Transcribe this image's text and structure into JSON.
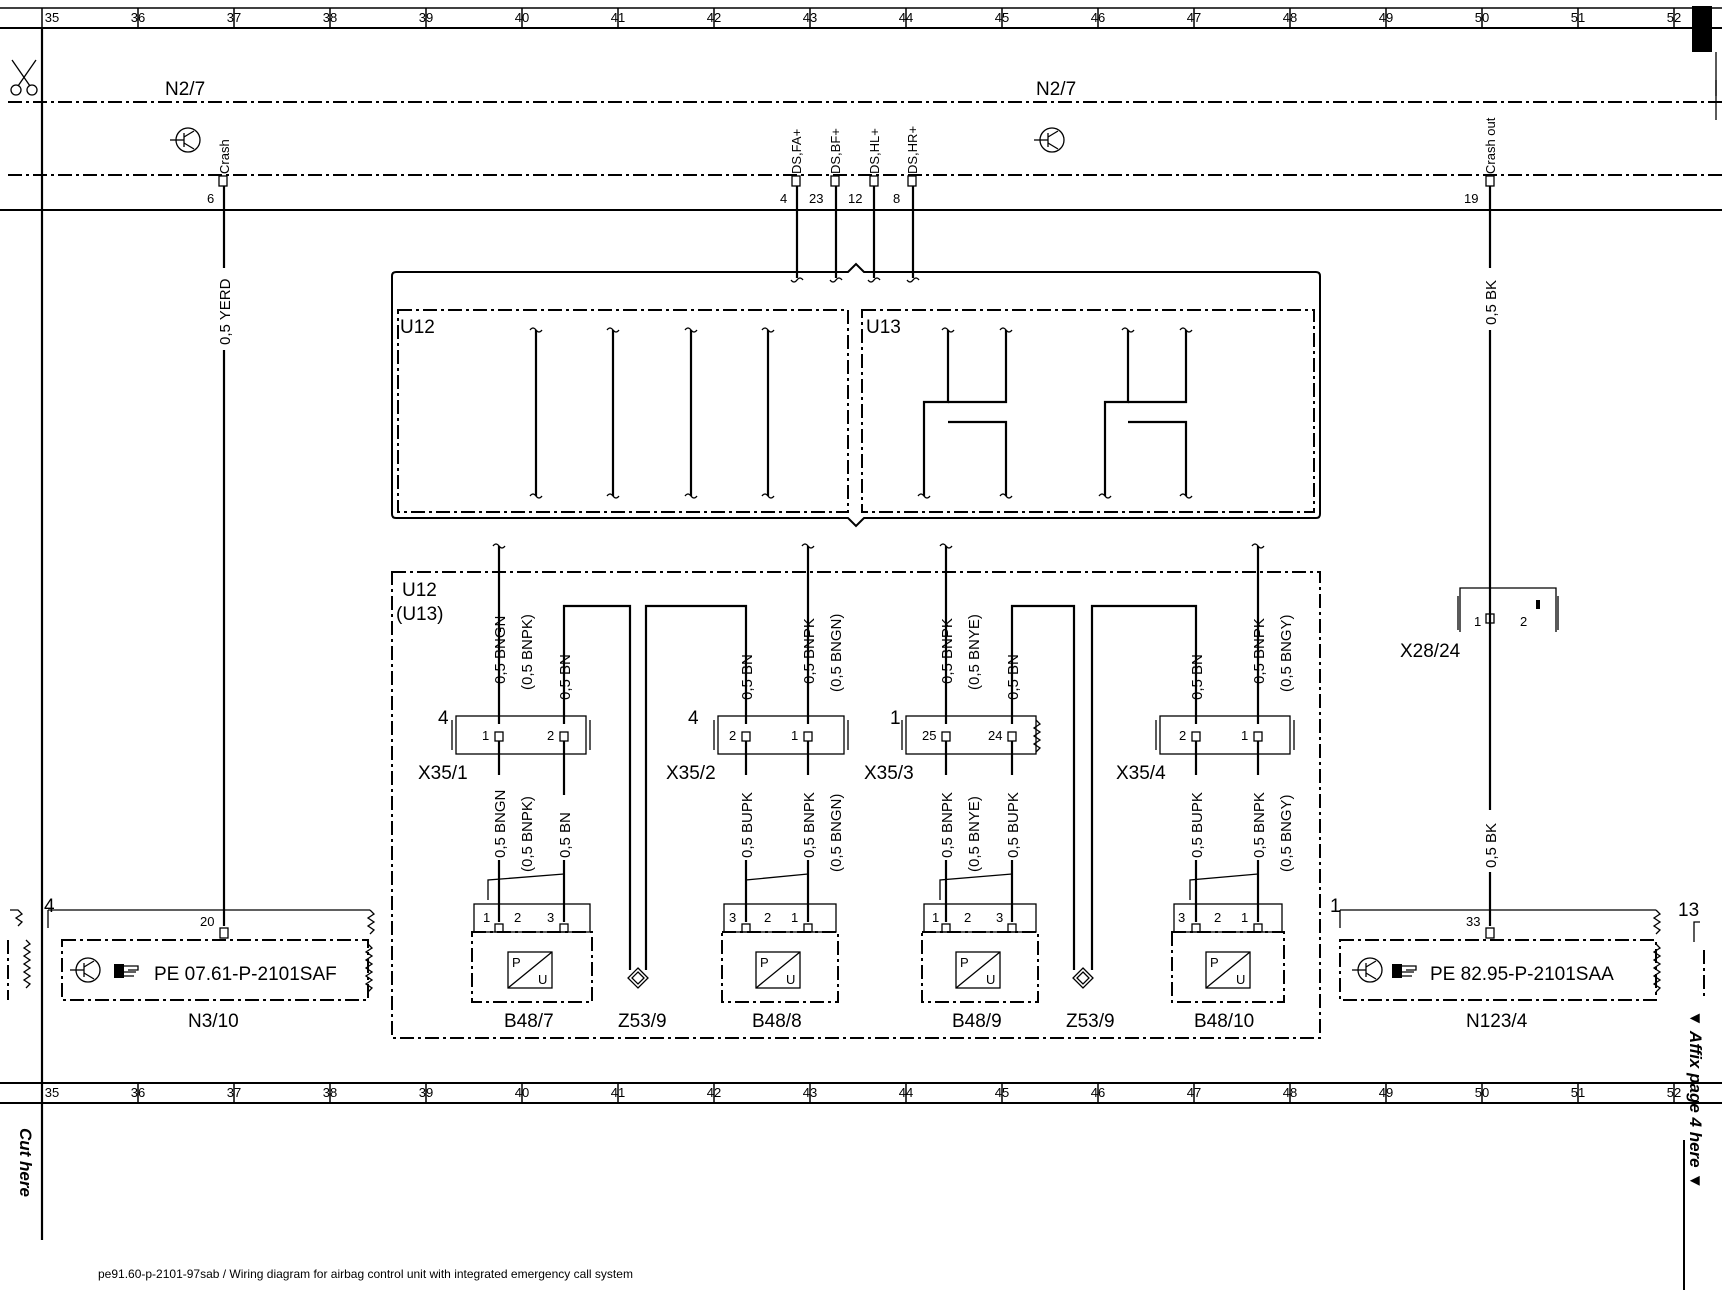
{
  "grid": {
    "numbers": [
      "35",
      "36",
      "37",
      "38",
      "39",
      "40",
      "41",
      "42",
      "43",
      "44",
      "45",
      "46",
      "47",
      "48",
      "49",
      "50",
      "51",
      "52"
    ]
  },
  "components": {
    "n2_7_left": "N2/7",
    "n2_7_right": "N2/7",
    "u12_top": "U12",
    "u13_top": "U13",
    "u12_bottom": "U12",
    "u13_bottom": "(U13)",
    "n3_10": "N3/10",
    "n123_4": "N123/4",
    "x28_24": "X28/24",
    "x35_1": "X35/1",
    "x35_2": "X35/2",
    "x35_3": "X35/3",
    "x35_4": "X35/4",
    "b48_7": "B48/7",
    "b48_8": "B48/8",
    "b48_9": "B48/9",
    "b48_10": "B48/10",
    "z53_9_a": "Z53/9",
    "z53_9_b": "Z53/9"
  },
  "signals": {
    "crash": "Crash",
    "ds_fa": "DS,FA+",
    "ds_bf": "DS,BF+",
    "ds_hl": "DS,HL+",
    "ds_hr": "DS,HR+",
    "crash_out": "Crash out"
  },
  "pins": {
    "p6": "6",
    "p4": "4",
    "p23": "23",
    "p12": "12",
    "p8": "8",
    "p19": "19",
    "p20": "20",
    "p33": "33",
    "n3_pin": "4",
    "n123_pin": "1",
    "right_pin": "13",
    "x35_1_side": "4",
    "x35_2_side": "4",
    "x35_3_side": "1",
    "x28_1": "1",
    "x28_2": "2",
    "c1": "1",
    "c2": "2",
    "c3": "3",
    "c24": "24",
    "c25": "25"
  },
  "wires": {
    "yerd": "0,5 YERD",
    "bk_top": "0,5 BK",
    "bk_bottom": "0,5 BK",
    "bngn": "0,5 BNGN",
    "bnpk_paren": "(0,5 BNPK)",
    "bn": "0,5 BN",
    "bnpk": "0,5 BNPK",
    "bngn_paren": "(0,5 BNGN)",
    "bnye_paren": "(0,5 BNYE)",
    "bngy_paren": "(0,5 BNGY)",
    "bupk": "0,5 BUPK"
  },
  "refs": {
    "pe_left": "PE 07.61-P-2101SAF",
    "pe_right": "PE 82.95-P-2101SAA"
  },
  "sensor": {
    "p": "P",
    "u": "U"
  },
  "side": {
    "cut_here": "Cut here",
    "affix": "▼ Affix page 4 here ▼"
  },
  "footer": {
    "caption": "pe91.60-p-2101-97sab / Wiring diagram for airbag control unit with integrated emergency call system"
  },
  "icons": [
    "scissors-icon",
    "ground-symbol-icon",
    "pointing-hand-icon",
    "pressure-sensor-icon",
    "coax-shield-icon"
  ]
}
